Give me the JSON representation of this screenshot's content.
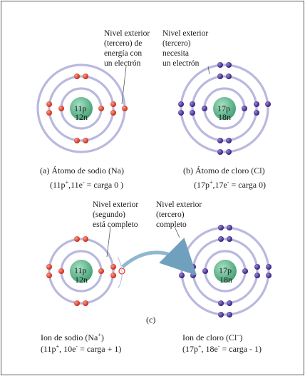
{
  "panel_a": {
    "callout": "Nivel exterior\n(tercero) de\nenergía con\nun electrón",
    "nucleus_p": "11p",
    "nucleus_n": "12n",
    "caption_line1": "(a) Átomo de sodio (Na)",
    "caption_line2": "(11p",
    "caption_line2_sup": "+",
    "caption_line2_rest": ",11e",
    "caption_line2_sup2": "-",
    "caption_line2_end": " = carga 0 )",
    "electron_color": "#e8331f"
  },
  "panel_b": {
    "callout": "Nivel exterior\n(tercero)\nnecesita\nun electrón",
    "nucleus_p": "17p",
    "nucleus_n": "18n",
    "caption_line1": "(b) Átomo de cloro (Cl)",
    "caption_line2": "(17p",
    "caption_line2_sup": "+",
    "caption_line2_rest": ",17e",
    "caption_line2_sup2": "-",
    "caption_line2_end": " = carga 0)",
    "electron_color": "#4b2a8c"
  },
  "panel_c": {
    "label": "(c)",
    "callout_left": "Nivel exterior\n(segundo)\nestá completo",
    "callout_right": "Nivel exterior\n(tercero)\ncompleto",
    "left_nucleus_p": "11p",
    "left_nucleus_n": "12n",
    "right_nucleus_p": "17p",
    "right_nucleus_n": "18n",
    "ion_na_line1": "Ion de sodio (Na",
    "ion_na_sup": "+",
    "ion_na_line1_end": ")",
    "ion_na_line2": "(11p",
    "ion_na_line2_sup": "+",
    "ion_na_line2_rest": ", 10e",
    "ion_na_line2_sup2": "-",
    "ion_na_line2_end": " = carga + 1)",
    "ion_cl_line1": "Ion de cloro (Cl",
    "ion_cl_sup": "–",
    "ion_cl_line1_end": ")",
    "ion_cl_line2": "(17p",
    "ion_cl_line2_sup": "+",
    "ion_cl_line2_rest": ", 18e",
    "ion_cl_line2_sup2": "-",
    "ion_cl_line2_end": "  = carga - 1)"
  },
  "colors": {
    "orbit": "#b9b8e0",
    "nucleus": "#5db48a",
    "sodium_electron": "#e8331f",
    "chlorine_electron": "#4b2a8c",
    "arrow": "#8fb8cf",
    "border": "#5a5a5a"
  }
}
